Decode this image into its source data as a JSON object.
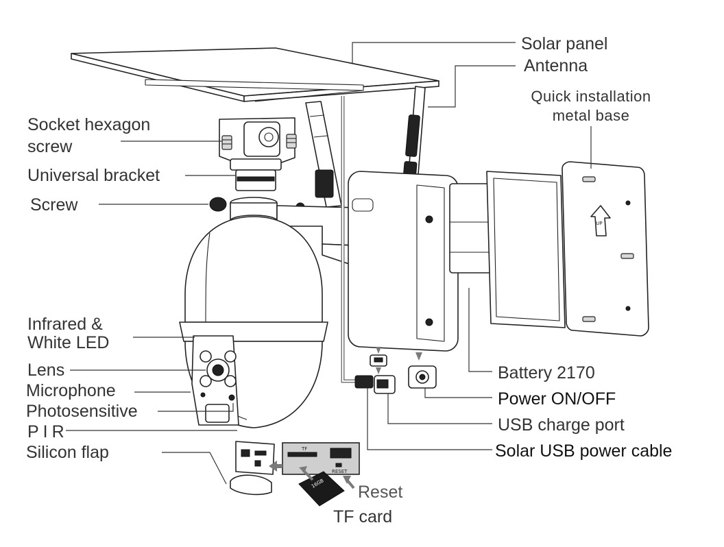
{
  "labels": {
    "solar_panel": "Solar panel",
    "antenna": "Antenna",
    "quick_install_line1": "Quick installation",
    "quick_install_line2": "metal base",
    "socket_hex_line1": "Socket hexagon",
    "socket_hex_line2": "screw",
    "universal_bracket": "Universal bracket",
    "screw": "Screw",
    "infrared_line1": "Infrared &",
    "infrared_line2": "White LED",
    "lens": "Lens",
    "microphone": "Microphone",
    "photosensitive": "Photosensitive",
    "pir": "PIR",
    "silicon_flap": "Silicon flap",
    "battery": "Battery 2170",
    "power": "Power ON/OFF",
    "usb_charge": "USB charge port",
    "solar_usb": "Solar USB power cable",
    "reset": "Reset",
    "tf_card": "TF card"
  },
  "part_marks": {
    "up_arrow": "UP",
    "tf_slot": "TF",
    "reset_button": "RESET",
    "sd_card": "16GB"
  },
  "colors": {
    "line": "#333333",
    "cable": "#7a7a7a",
    "text": "#333333"
  }
}
